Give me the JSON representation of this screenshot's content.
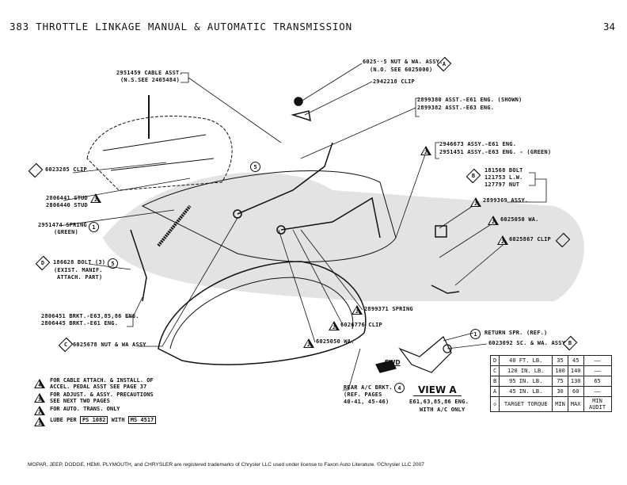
{
  "header": {
    "title": "383 THROTTLE LINKAGE MANUAL & AUTOMATIC TRANSMISSION",
    "page_number": "34"
  },
  "callouts": {
    "cable_assy": "2951459 CABLE ASST.",
    "cable_assy_ns": "(N.S.SEE 2465484)",
    "nut_wa": "6025··5 NUT & WA. ASSY.",
    "nut_wa_ns": "(N.O. SEE 6025000)",
    "nut_wa_symbol": "A",
    "clip_top": "2942218 CLIP",
    "assy_e61": "2899380 ASST.-E61 ENG. (SHOWN)",
    "assy_e63": "2899382 ASST.-E63 ENG.",
    "assy2_e61": "2946673 ASSY.-E61 ENG.",
    "assy2_e63": "2951451 ASSY.-E63 ENG. - (GREEN)",
    "bolt": "181568 BOLT",
    "lw": "121753 L.W.",
    "nut": "127797 NUT",
    "bolt_symbol": "B",
    "assy_369": "2899369 ASSY.",
    "wa_right": "6025050 WA.",
    "clip_right": "6025867 CLIP",
    "clip_left": "6023285 CLIP",
    "stud1": "2806441 STUD",
    "stud2": "2806440 STUD",
    "spring": "2951474 SPRING",
    "spring_color": "(GREEN)",
    "bolt_d": "186628 BOLT (3)",
    "bolt_d_note1": "(EXIST. MANIF.",
    "bolt_d_note2": "ATTACH. PART)",
    "bolt_d_symbol": "D",
    "brkt1": "2806451 BRKT.-E63,85,86 ENG.",
    "brkt2": "2806445 BRKT.-E61 ENG.",
    "nut_c": "6025678 NUT & WA ASSY",
    "nut_c_symbol": "C",
    "spring_371": "2899371 SPRING",
    "clip_776": "6026776 CLIP",
    "wa_bottom": "6025050 WA.",
    "return_spr": "RETURN SPR. (REF.)",
    "screw_wa": "6023092 SC. & WA. ASSY",
    "screw_symbol": "B",
    "rear_ac_1": "REAR A/C BRKT.",
    "rear_ac_2": "(REF. PAGES",
    "rear_ac_3": "40-41, 45-46)",
    "fwd": "FWD",
    "view": "VIEW  A",
    "view_note1": "E61,63,85,86 ENG.",
    "view_note2": "WITH A/C ONLY",
    "num1": "1",
    "num2": "2",
    "num4": "4",
    "num5": "5"
  },
  "torque_table": {
    "rows": [
      {
        "key": "D",
        "target": "40 FT. LB.",
        "min": "35",
        "max": "45",
        "audit": "——"
      },
      {
        "key": "C",
        "target": "120 IN. LB.",
        "min": "100",
        "max": "140",
        "audit": "——"
      },
      {
        "key": "B",
        "target": "95 IN. LB.",
        "min": "75",
        "max": "130",
        "audit": "65"
      },
      {
        "key": "A",
        "target": "45 IN. LB.",
        "min": "30",
        "max": "60",
        "audit": "——"
      }
    ],
    "footer": {
      "target": "TARGET TORQUE",
      "min": "MIN",
      "max": "MAX",
      "audit": "MIN AUDIT"
    }
  },
  "notes": [
    {
      "num": "4",
      "text1": "FOR CABLE ATTACH. & INSTALL. OF",
      "text2": "ACCEL. PEDAL ASST SEE PAGE 37"
    },
    {
      "num": "3",
      "text1": "FOR ADJUST. & ASSY. PRECAUTIONS",
      "text2": "SEE NEXT TWO PAGES"
    },
    {
      "num": "2",
      "text1": "FOR AUTO. TRANS. ONLY"
    },
    {
      "num": "1",
      "text1": "LUBE PER",
      "ps": "PS 1082",
      "with": "WITH",
      "ms": "MS 4517"
    }
  ],
  "footer": "MOPAR, JEEP, DODGE, HEMI, PLYMOUTH, and CHRYSLER are registered trademarks of Chrysler LLC used under license to Faxon Auto Literature. ©Chrysler LLC 2007"
}
